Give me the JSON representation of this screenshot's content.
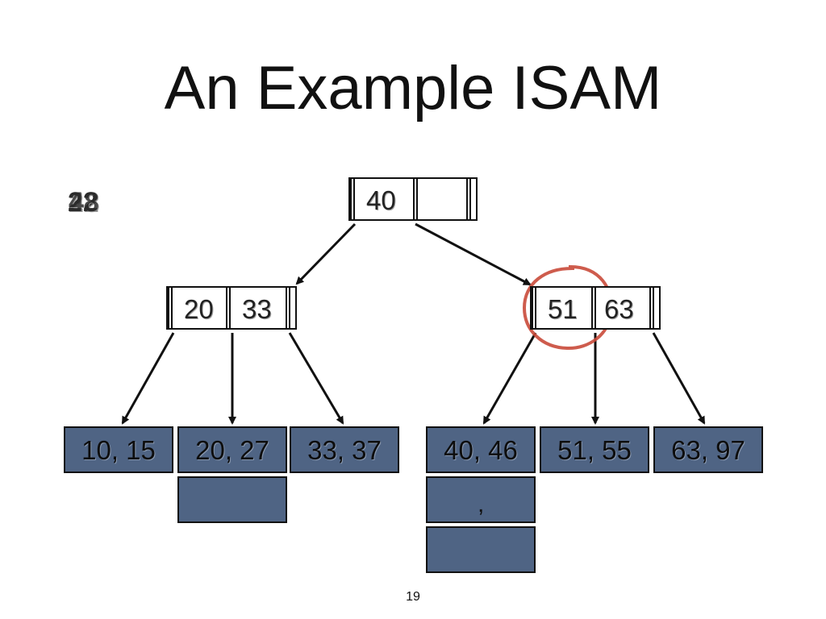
{
  "title": "An Example ISAM",
  "overlay_digits": [
    "22",
    "48"
  ],
  "root": {
    "keys": [
      "40",
      ""
    ]
  },
  "left_index": {
    "keys": [
      "20",
      "33"
    ]
  },
  "right_index": {
    "keys": [
      "51",
      "63"
    ]
  },
  "leaves": [
    {
      "label": "10, 15"
    },
    {
      "label": "20, 27"
    },
    {
      "label": "33, 37"
    },
    {
      "label": "40, 46"
    },
    {
      "label": "51, 55"
    },
    {
      "label": "63, 97"
    }
  ],
  "overflow_comma": ",",
  "page_number": "19",
  "colors": {
    "leaf_fill": "#4f6484",
    "highlight_circle": "#c94a3a"
  }
}
